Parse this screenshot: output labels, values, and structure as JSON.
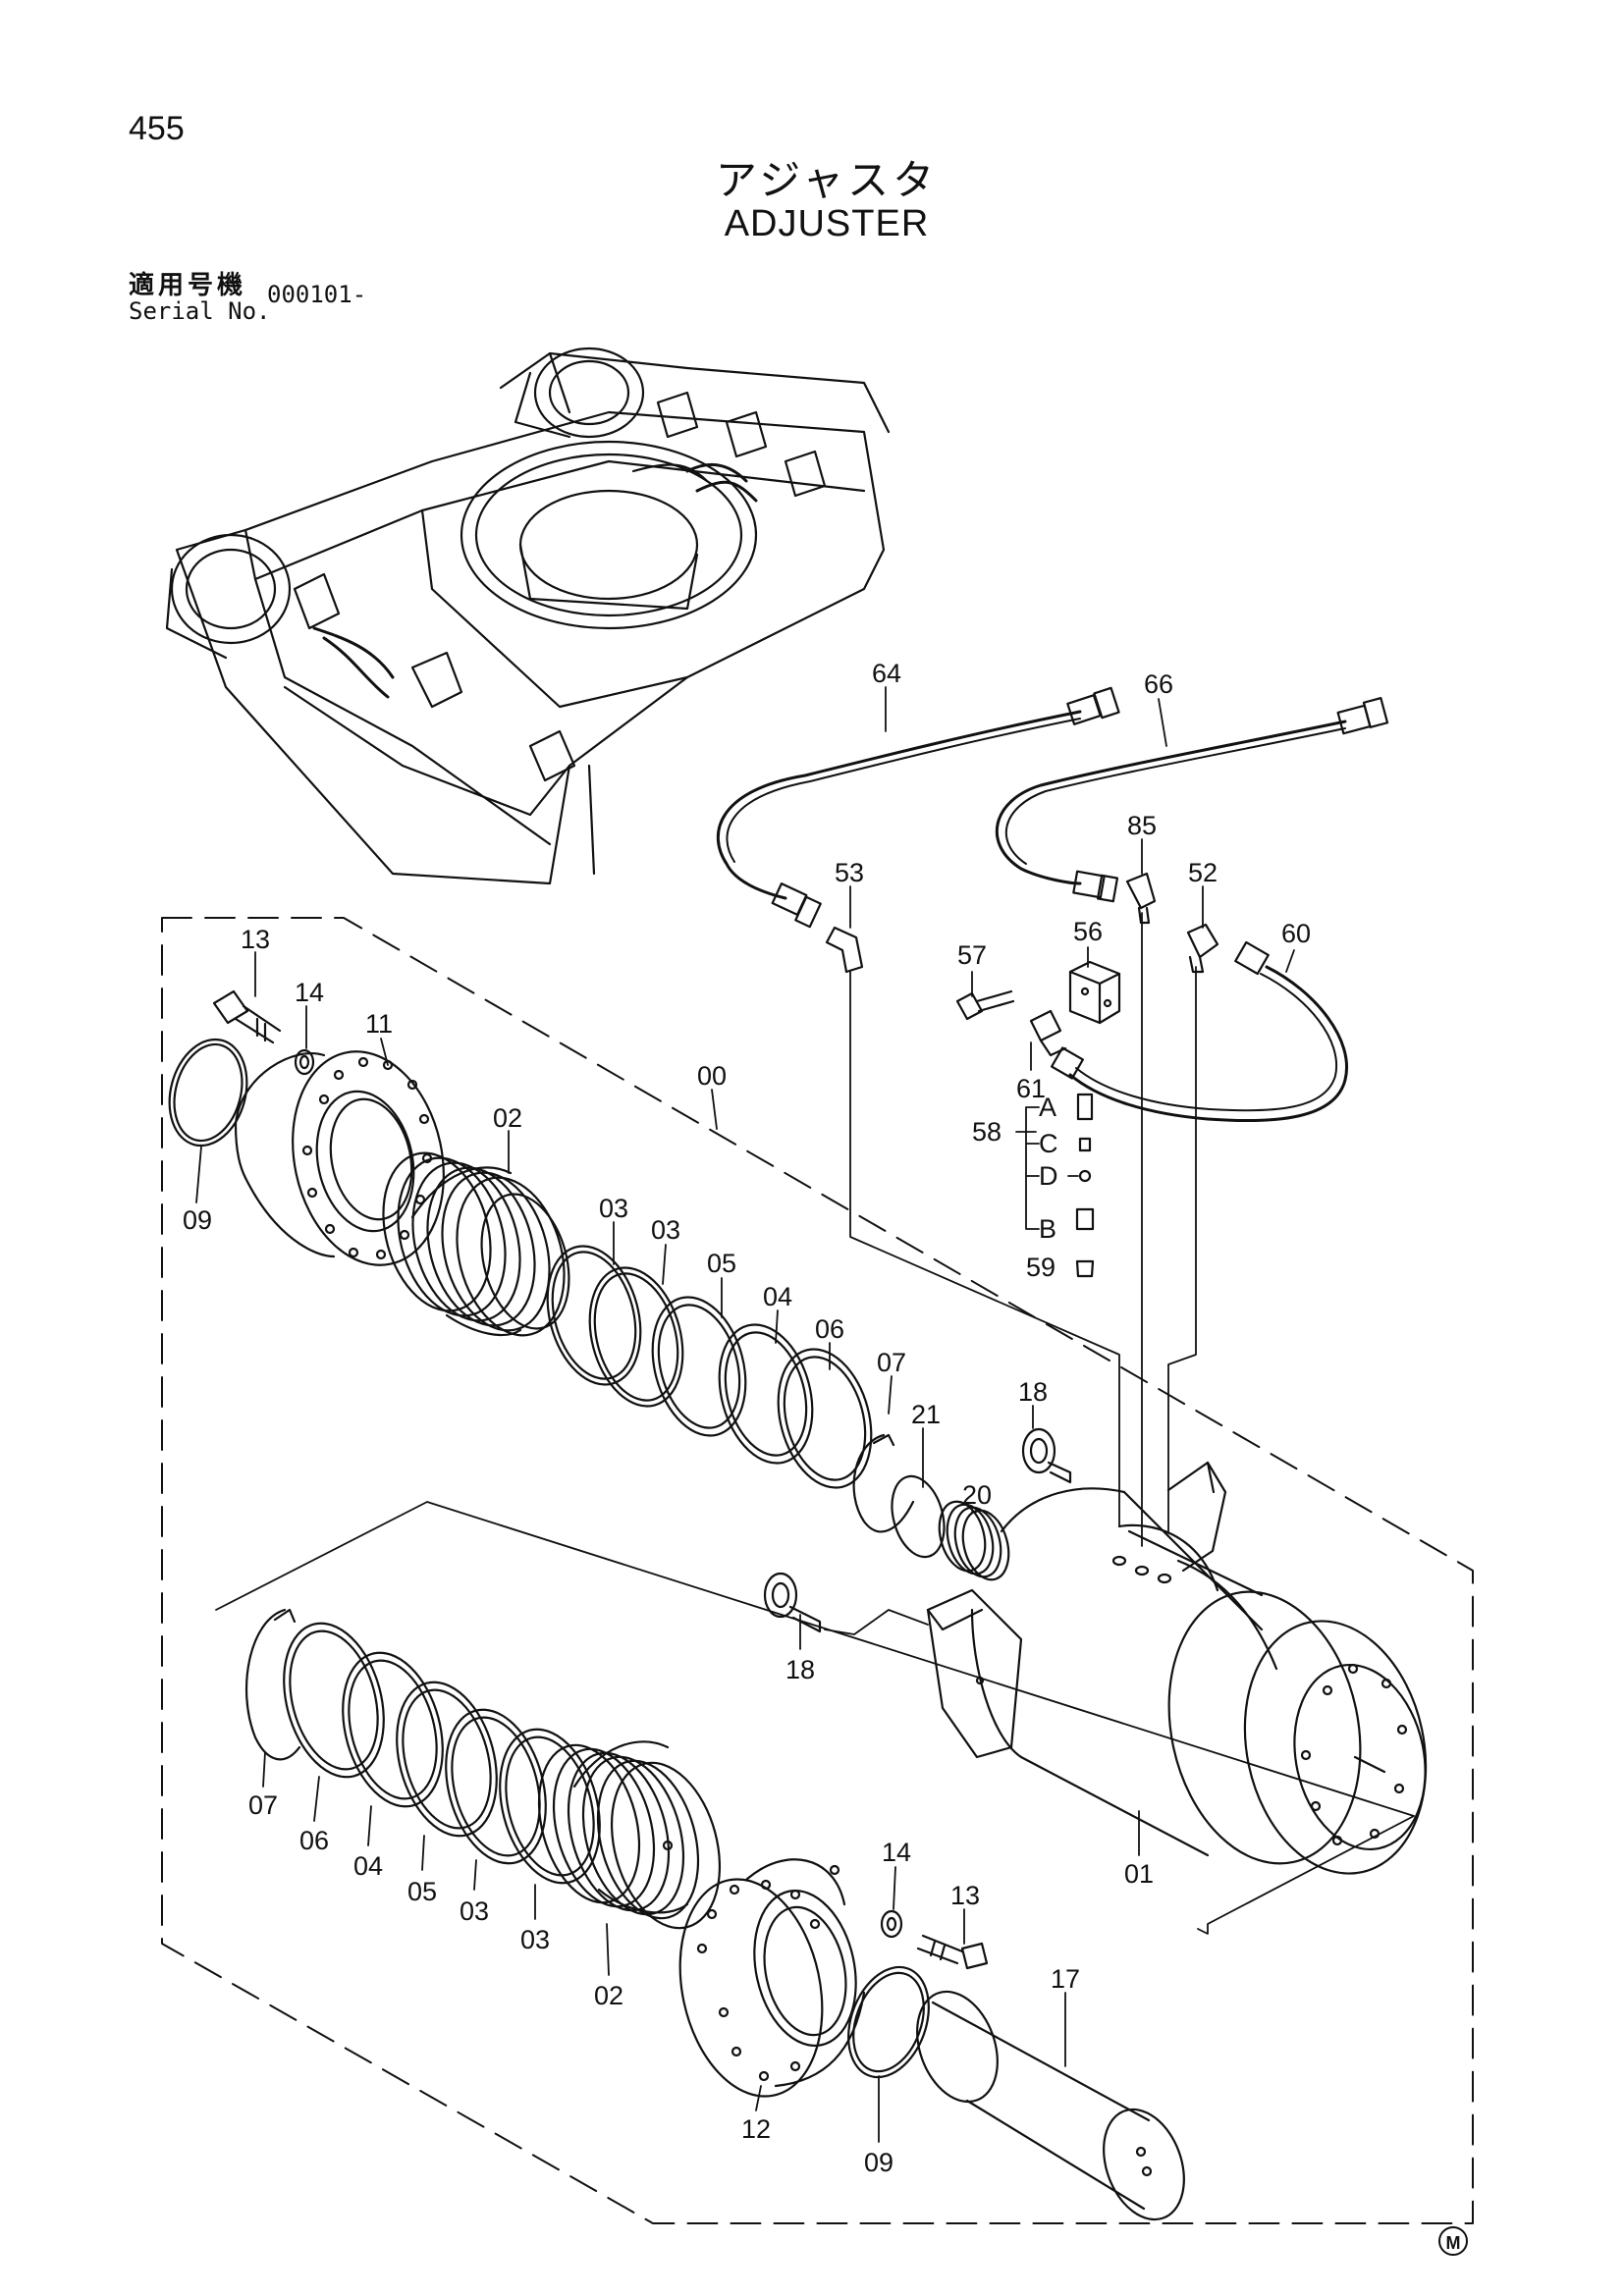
{
  "page": {
    "number": "455",
    "title_ja": "アジャスタ",
    "title_en": "ADJUSTER",
    "serial_label_ja": "適用号機",
    "serial_label_en": "Serial No.",
    "serial_value": "000101-",
    "corner_mark": "M"
  },
  "callouts": {
    "c64": "64",
    "c66": "66",
    "c85": "85",
    "c53": "53",
    "c52": "52",
    "c60": "60",
    "c57": "57",
    "c56": "56",
    "c61": "61",
    "c58": "58",
    "c58A": "A",
    "c58C": "C",
    "c58D": "D",
    "c58B": "B",
    "c59": "59",
    "c13a": "13",
    "c14a": "14",
    "c11": "11",
    "c00": "00",
    "c02a": "02",
    "c09a": "09",
    "c03a": "03",
    "c03b": "03",
    "c05a": "05",
    "c04a": "04",
    "c06a": "06",
    "c07a": "07",
    "c21": "21",
    "c20": "20",
    "c18a": "18",
    "c18b": "18",
    "c07b": "07",
    "c06b": "06",
    "c04b": "04",
    "c05b": "05",
    "c03c": "03",
    "c03d": "03",
    "c02b": "02",
    "c14b": "14",
    "c13b": "13",
    "c17": "17",
    "c12": "12",
    "c09b": "09",
    "c01": "01"
  }
}
